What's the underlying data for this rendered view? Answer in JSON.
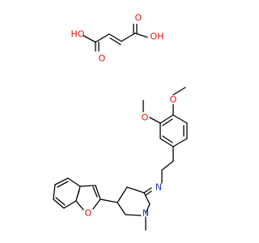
{
  "molecule": {
    "colors": {
      "carbon_bond": "#000000",
      "oxygen": "#e01010",
      "nitrogen": "#2233cc",
      "background": "#ffffff"
    },
    "labels": {
      "fumaric_oh_left": "HO",
      "fumaric_oh_right": "OH",
      "fumaric_o_left": "O",
      "fumaric_o_right": "O",
      "methoxy_top": "O",
      "methoxy_left": "O",
      "imine_n": "N",
      "ring_n": "N",
      "furan_o": "O"
    }
  }
}
